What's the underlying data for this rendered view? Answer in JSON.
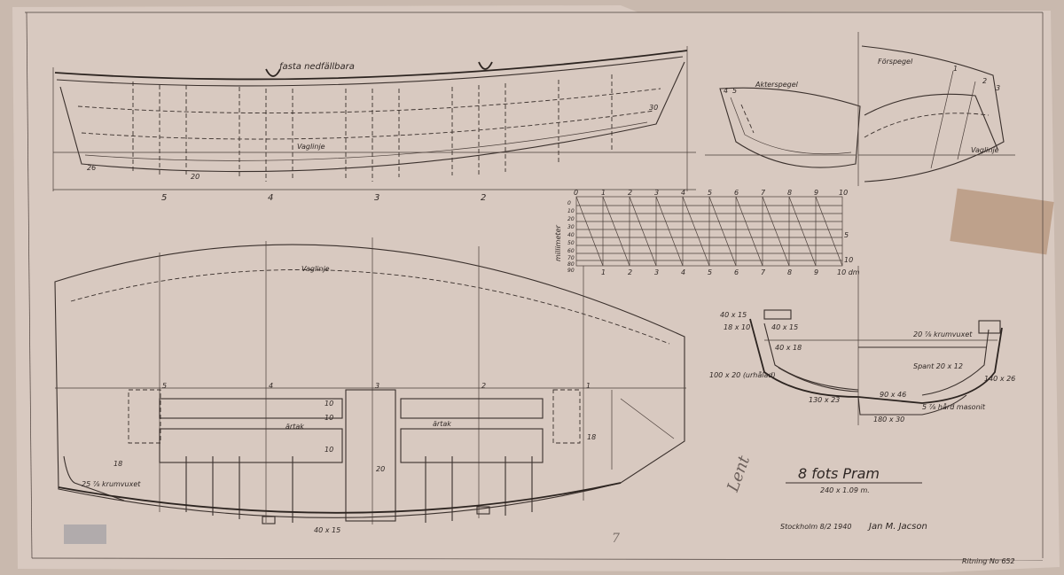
{
  "colors": {
    "paper": "#d8c9c0",
    "ink": "#3a302c",
    "tape": "#b08f74"
  },
  "side_view": {
    "fitting_note": "fasta nedfällbara",
    "waterline": "Vaglinje",
    "bow_mark": "30",
    "stern_mark": "26",
    "keel_mark": "20",
    "stations": [
      "5",
      "4",
      "3",
      "2"
    ]
  },
  "transom_view": {
    "label": "Akterspegel",
    "mark_a": "4",
    "mark_b": "5"
  },
  "bow_view": {
    "label": "Förspegel",
    "marks": [
      "1",
      "2",
      "3"
    ],
    "waterline": "Vaglinje"
  },
  "scale": {
    "axis_label": "millimeter",
    "top_ticks": [
      "0",
      "1",
      "2",
      "3",
      "4",
      "5",
      "6",
      "7",
      "8",
      "9",
      "10"
    ],
    "bottom_ticks": [
      "1",
      "2",
      "3",
      "4",
      "5",
      "6",
      "7",
      "8",
      "9",
      "10 dm"
    ],
    "left_ticks": [
      "0",
      "10",
      "20",
      "30",
      "40",
      "50",
      "60",
      "70",
      "80",
      "90"
    ],
    "side_marks": [
      "5",
      "10"
    ]
  },
  "plan_view": {
    "waterline": "Vaglinje",
    "stations": [
      "5",
      "4",
      "3",
      "2",
      "1"
    ],
    "thwart_dims": [
      "10",
      "10",
      "10"
    ],
    "oarlock_a": "ärtak",
    "oarlock_b": "ärtak",
    "frame_left": "18",
    "frame_right": "18",
    "center_board": "20",
    "bent_frames": "25 ⅞ krumvuxet",
    "keel_dim": "40 x 15"
  },
  "section_detail": {
    "dims": [
      "40 x 15",
      "18 x 10",
      "40 x 15",
      "40 x 18",
      "100 x 20 (urhålad)",
      "130 x 23",
      "90 x 46",
      "180 x 30"
    ],
    "bent_frames": "20 ⅞ krumvuxet",
    "frame": "Spant 20 x 12",
    "rail": "140 x 26",
    "hardwood": "5 ⅞ hård masonit"
  },
  "title_block": {
    "title": "8 fots Pram",
    "dims": "240 x 1.09 m.",
    "place_date": "Stockholm 8/2 1940",
    "signature": "Jan M. Jacson",
    "drawing_no": "Ritning No 652"
  },
  "annotations": {
    "pencil_a": "Lent",
    "pencil_b": "7"
  }
}
